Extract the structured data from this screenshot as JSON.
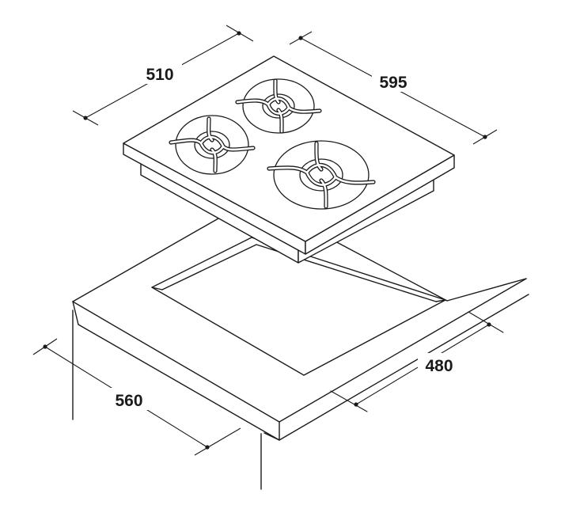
{
  "dimensions": {
    "hob_depth": "510",
    "hob_width": "595",
    "cutout_depth": "480",
    "cutout_width": "560"
  },
  "burners": {
    "count": 3
  }
}
